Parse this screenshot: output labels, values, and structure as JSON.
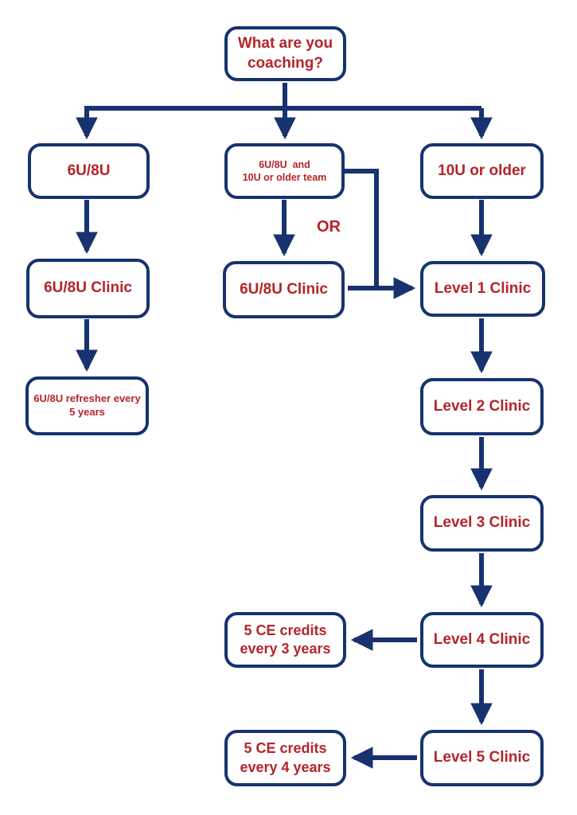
{
  "diagram": {
    "background_color": "#ffffff",
    "line_color": "#17326f",
    "text_color": "#b5242a",
    "or_label": "OR",
    "nodes": {
      "start": {
        "line1": "What are you",
        "line2": "coaching?"
      },
      "age_6u8u": {
        "line1": "6U/8U",
        "line2": ""
      },
      "age_both": {
        "line1": "6U/8U  and",
        "line2": "10U or older team"
      },
      "age_10u": {
        "line1": "10U or older",
        "line2": ""
      },
      "clinic_6u8u_left": {
        "line1": "6U/8U Clinic",
        "line2": ""
      },
      "clinic_6u8u_mid": {
        "line1": "6U/8U Clinic",
        "line2": ""
      },
      "refresher": {
        "line1": "6U/8U refresher every",
        "line2": "5 years"
      },
      "level1": {
        "line1": "Level 1 Clinic",
        "line2": ""
      },
      "level2": {
        "line1": "Level 2 Clinic",
        "line2": ""
      },
      "level3": {
        "line1": "Level 3 Clinic",
        "line2": ""
      },
      "level4": {
        "line1": "Level 4 Clinic",
        "line2": ""
      },
      "level5": {
        "line1": "Level 5 Clinic",
        "line2": ""
      },
      "ce_3yr": {
        "line1": "5 CE credits",
        "line2": "every 3 years"
      },
      "ce_4yr": {
        "line1": "5 CE credits",
        "line2": "every 4 years"
      }
    },
    "edges": [
      {
        "from": "start",
        "to": "age_6u8u"
      },
      {
        "from": "start",
        "to": "age_both"
      },
      {
        "from": "start",
        "to": "age_10u"
      },
      {
        "from": "age_6u8u",
        "to": "clinic_6u8u_left"
      },
      {
        "from": "age_both",
        "to": "clinic_6u8u_mid"
      },
      {
        "from": "age_both",
        "to": "level1",
        "label": "OR"
      },
      {
        "from": "age_10u",
        "to": "level1"
      },
      {
        "from": "clinic_6u8u_left",
        "to": "refresher"
      },
      {
        "from": "clinic_6u8u_mid",
        "to": "level1"
      },
      {
        "from": "level1",
        "to": "level2"
      },
      {
        "from": "level2",
        "to": "level3"
      },
      {
        "from": "level3",
        "to": "level4"
      },
      {
        "from": "level4",
        "to": "ce_3yr"
      },
      {
        "from": "level4",
        "to": "level5"
      },
      {
        "from": "level5",
        "to": "ce_4yr"
      }
    ]
  }
}
